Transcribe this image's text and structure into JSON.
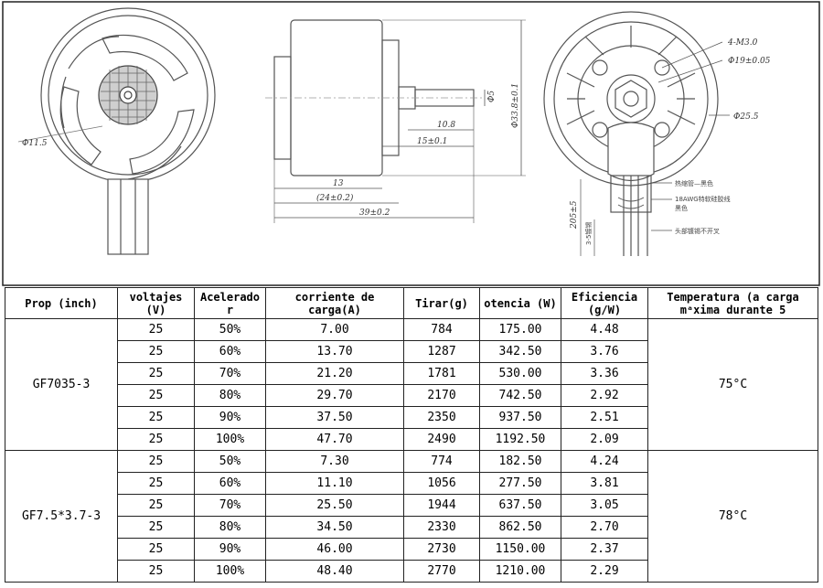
{
  "drawing": {
    "front_view": {
      "dia_label": "Φ11.5"
    },
    "side_view": {
      "dims": [
        "13",
        "(24±0.2)",
        "39±0.2",
        "10.8",
        "15±0.1",
        "Φ5",
        "Φ33.8±0.1"
      ]
    },
    "rear_view": {
      "callouts": [
        "4-M3.0",
        "Φ19±0.05",
        "Φ25.5"
      ],
      "notes": [
        "热缩管—黑色",
        "18AWG特软硅胶线",
        "黑色",
        "头部镀锡不开叉"
      ],
      "lead_len": "205±5",
      "tin_len": "3-5镀锡"
    }
  },
  "table": {
    "headers": [
      "Prop (inch)",
      "voltajes (V)",
      "Acelerado r",
      "corriente de carga(A)",
      "Tirar(g)",
      "otencia (W)",
      "Eficiencia (g/W)",
      "Temperatura (a carga mᵃxima durante 5"
    ],
    "groups": [
      {
        "prop": "GF7035-3",
        "temp": "75°C",
        "rows": [
          [
            "25",
            "50%",
            "7.00",
            "784",
            "175.00",
            "4.48"
          ],
          [
            "25",
            "60%",
            "13.70",
            "1287",
            "342.50",
            "3.76"
          ],
          [
            "25",
            "70%",
            "21.20",
            "1781",
            "530.00",
            "3.36"
          ],
          [
            "25",
            "80%",
            "29.70",
            "2170",
            "742.50",
            "2.92"
          ],
          [
            "25",
            "90%",
            "37.50",
            "2350",
            "937.50",
            "2.51"
          ],
          [
            "25",
            "100%",
            "47.70",
            "2490",
            "1192.50",
            "2.09"
          ]
        ]
      },
      {
        "prop": "GF7.5*3.7-3",
        "temp": "78°C",
        "rows": [
          [
            "25",
            "50%",
            "7.30",
            "774",
            "182.50",
            "4.24"
          ],
          [
            "25",
            "60%",
            "11.10",
            "1056",
            "277.50",
            "3.81"
          ],
          [
            "25",
            "70%",
            "25.50",
            "1944",
            "637.50",
            "3.05"
          ],
          [
            "25",
            "80%",
            "34.50",
            "2330",
            "862.50",
            "2.70"
          ],
          [
            "25",
            "90%",
            "46.00",
            "2730",
            "1150.00",
            "2.37"
          ],
          [
            "25",
            "100%",
            "48.40",
            "2770",
            "1210.00",
            "2.29"
          ]
        ]
      }
    ]
  }
}
